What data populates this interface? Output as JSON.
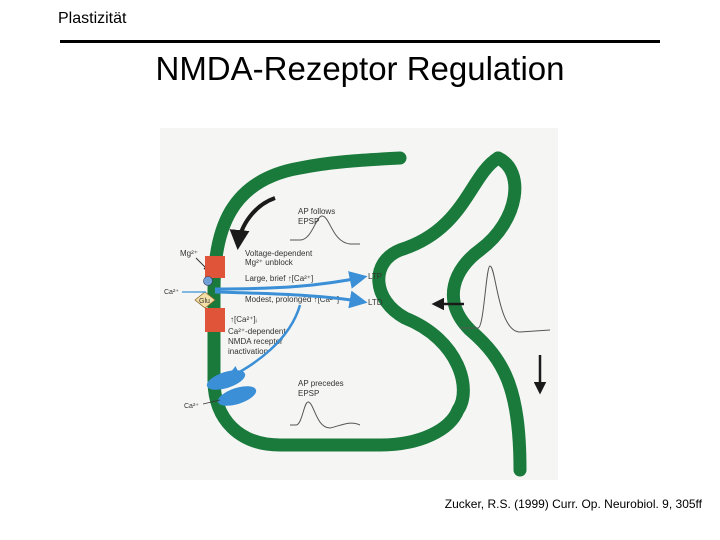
{
  "header": {
    "section_label": "Plastizität",
    "title": "NMDA-Rezeptor Regulation"
  },
  "figure": {
    "labels": {
      "ap_follows": "AP follows",
      "epsp_top": "EPSP",
      "voltage_dependent": "Voltage-dependent",
      "mg_unblock": "Mg²⁺ unblock",
      "large_brief": "Large, brief ↑[Ca²⁺]",
      "ltp": "LTP",
      "modest_prolonged": "Modest, prolonged ↑[Ca²⁺]",
      "ltd": "LTD",
      "ca_rise": "↑[Ca²⁺]ᵢ",
      "ca_dependent": "Ca²⁺-dependent",
      "nmda_receptor": "NMDA receptor",
      "inactivation": "inactivation",
      "ap_precedes": "AP precedes",
      "epsp_bottom": "EPSP",
      "mg": "Mg²⁺",
      "ca_left": "Ca²⁺",
      "glu": "Glu",
      "ca_bottom": "Ca²⁺"
    },
    "colors": {
      "membrane": "#1a7a3c",
      "receptor": "#e0553a",
      "channel_blue": "#3a8fd6",
      "glu_fill": "#f4dfa8",
      "arrow_dark": "#1a1a1a"
    }
  },
  "citation": "Zucker, R.S. (1999) Curr. Op. Neurobiol. 9, 305ff"
}
